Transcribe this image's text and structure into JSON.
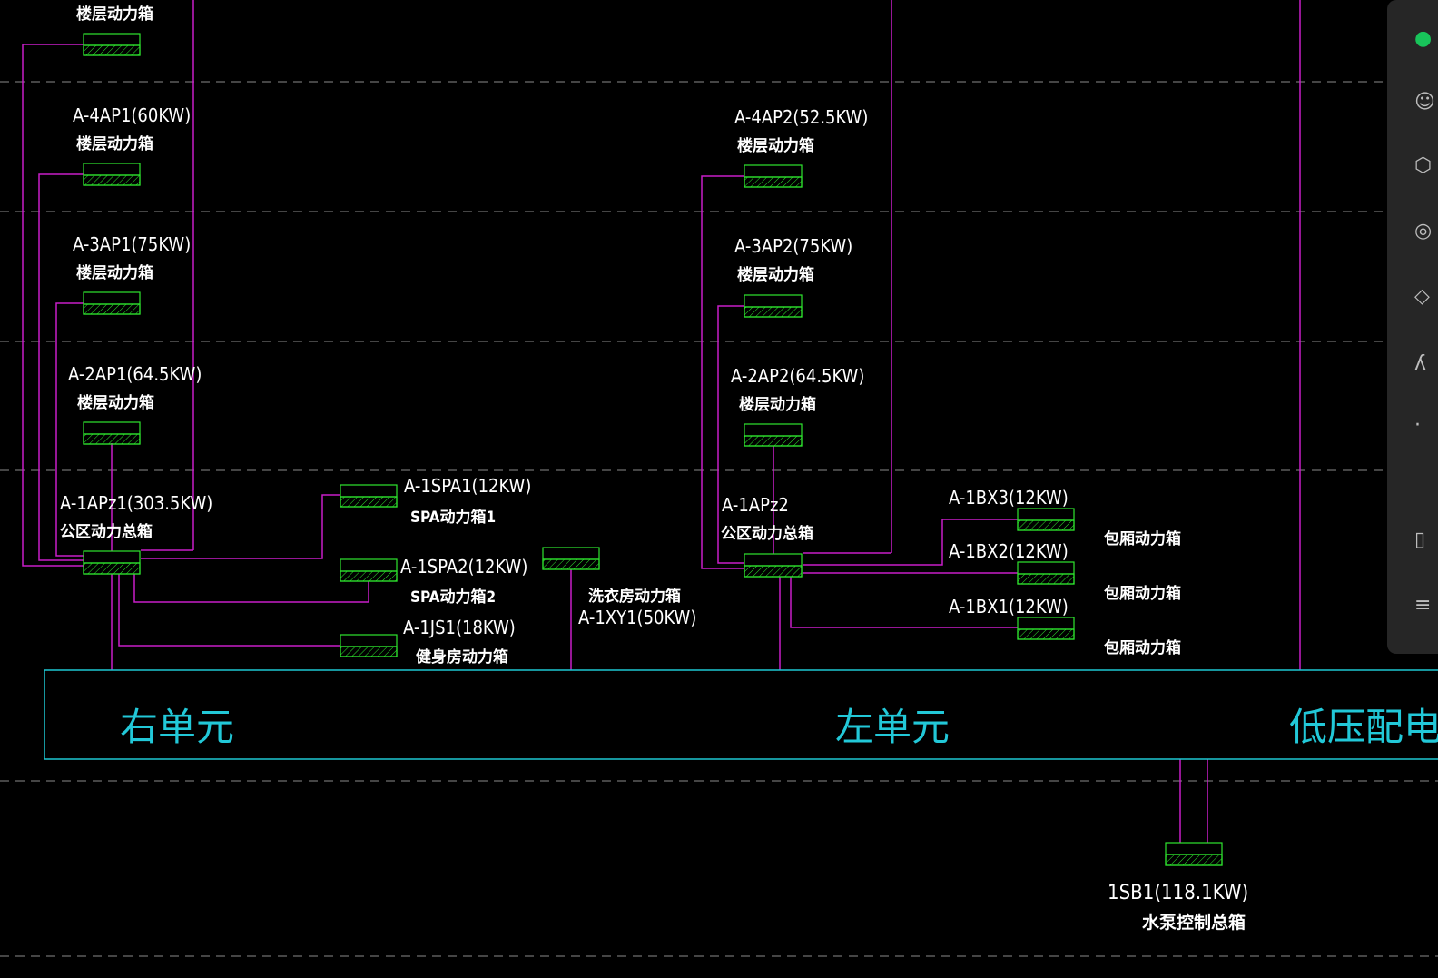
{
  "diagram": {
    "units": {
      "right_unit": "右单元",
      "left_unit": "左单元",
      "lv_cabinet": "低压配电柜"
    },
    "top_clipped_caption": "楼层动力箱",
    "boxes": [
      {
        "key": "a4ap1",
        "id": "A-4AP1(60KW)",
        "desc": "楼层动力箱"
      },
      {
        "key": "a3ap1",
        "id": "A-3AP1(75KW)",
        "desc": "楼层动力箱"
      },
      {
        "key": "a2ap1",
        "id": "A-2AP1(64.5KW)",
        "desc": "楼层动力箱"
      },
      {
        "key": "a1apz1",
        "id": "A-1APz1(303.5KW)",
        "desc": "公区动力总箱"
      },
      {
        "key": "a1spa1",
        "id": "A-1SPA1(12KW)",
        "desc": "SPA动力箱1"
      },
      {
        "key": "a1spa2",
        "id": "A-1SPA2(12KW)",
        "desc": "SPA动力箱2"
      },
      {
        "key": "a1js1",
        "id": "A-1JS1(18KW)",
        "desc": "健身房动力箱"
      },
      {
        "key": "a1xy1",
        "id": "A-1XY1(50KW)",
        "desc": "洗衣房动力箱"
      },
      {
        "key": "a4ap2",
        "id": "A-4AP2(52.5KW)",
        "desc": "楼层动力箱"
      },
      {
        "key": "a3ap2",
        "id": "A-3AP2(75KW)",
        "desc": "楼层动力箱"
      },
      {
        "key": "a2ap2",
        "id": "A-2AP2(64.5KW)",
        "desc": "楼层动力箱"
      },
      {
        "key": "a1apz2",
        "id": "A-1APz2",
        "desc": "公区动力总箱"
      },
      {
        "key": "a1bx3",
        "id": "A-1BX3(12KW)",
        "desc": "包厢动力箱"
      },
      {
        "key": "a1bx2",
        "id": "A-1BX2(12KW)",
        "desc": "包厢动力箱"
      },
      {
        "key": "a1bx1",
        "id": "A-1BX1(12KW)",
        "desc": "包厢动力箱"
      },
      {
        "key": "sb1",
        "id": "1SB1(118.1KW)",
        "desc": "水泵控制总箱"
      }
    ],
    "colors": {
      "wire": "#c81ec8",
      "box_outline": "#2ee62e",
      "bus_outline": "#1ec8d2",
      "grid_dash": "#8a8a8a",
      "label": "#ffffff",
      "unit_label": "#22c8d8"
    }
  },
  "side_panel": {
    "icons": [
      "chat-bubble-icon",
      "user-icon",
      "cube-icon",
      "globe-icon",
      "shield-icon",
      "translate-icon",
      "dot-icon",
      "document-icon",
      "menu-icon"
    ]
  }
}
